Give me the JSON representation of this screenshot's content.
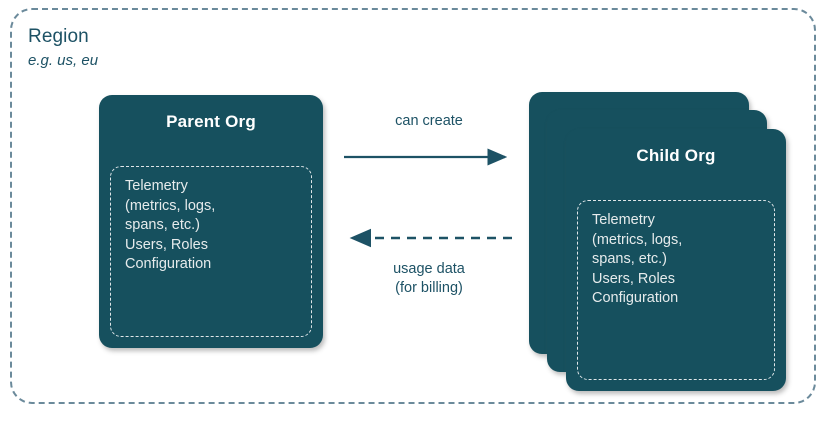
{
  "region": {
    "title": "Region",
    "subtitle": "e.g. us, eu"
  },
  "parent_org": {
    "title": "Parent Org",
    "contents": "Telemetry\n(metrics, logs,\nspans, etc.)\nUsers, Roles\nConfiguration"
  },
  "child_org": {
    "title": "Child Org",
    "contents": "Telemetry\n(metrics, logs,\nspans, etc.)\nUsers, Roles\nConfiguration",
    "stack_count": 3
  },
  "edges": {
    "create_label": "can create",
    "usage_label": "usage data\n(for billing)"
  },
  "colors": {
    "card_fill": "#16505e",
    "region_border": "#6b8a9b",
    "arrow": "#1d5265",
    "text_on_card": "#e6ebec",
    "text_label": "#1d5265",
    "background": "#ffffff"
  }
}
